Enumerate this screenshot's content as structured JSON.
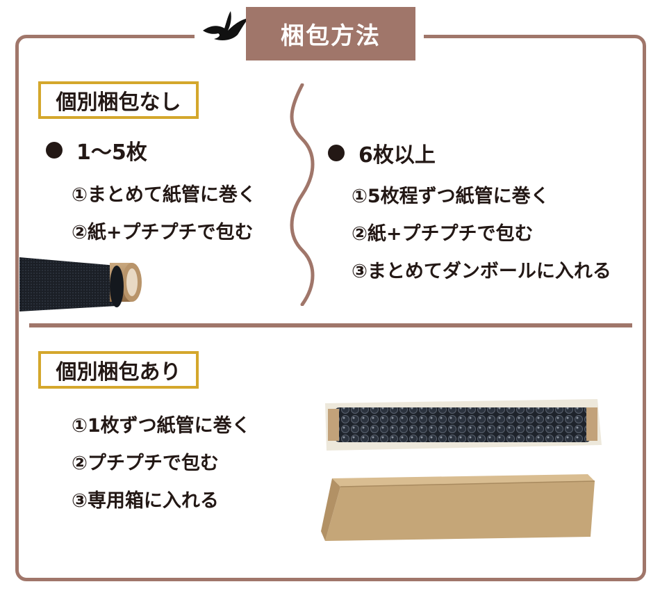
{
  "header": {
    "title": "梱包方法"
  },
  "section_individual_none": {
    "label": "個別梱包なし",
    "left_group": {
      "heading": "1〜5枚",
      "steps": [
        "①まとめて紙管に巻く",
        "②紙+プチプチで包む"
      ]
    },
    "right_group": {
      "heading": "6枚以上",
      "steps": [
        "①5枚程ずつ紙管に巻く",
        "②紙+プチプチで包む",
        "③まとめてダンボールに入れる"
      ]
    }
  },
  "section_individual_with": {
    "label": "個別梱包あり",
    "steps": [
      "①1枚ずつ紙管に巻く",
      "②プチプチで包む",
      "③専用箱に入れる"
    ]
  },
  "colors": {
    "accent_brown": "#a0766a",
    "label_border_gold": "#d4a72c",
    "text": "#231815"
  }
}
